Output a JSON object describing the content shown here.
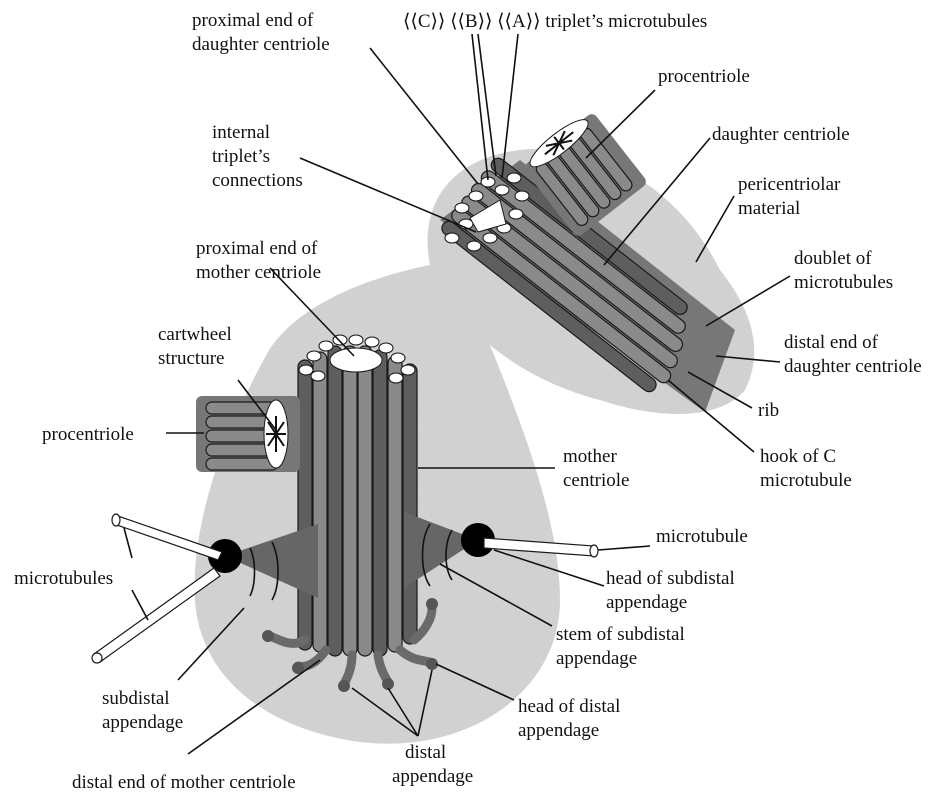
{
  "labels": {
    "proximal_daughter_l1": "proximal end of",
    "proximal_daughter_l2": "daughter centriole",
    "triplet": "⟨⟨C⟩⟩ ⟨⟨B⟩⟩ ⟨⟨A⟩⟩  triplet’s microtubules",
    "procentriole_top": "procentriole",
    "internal_l1": "internal",
    "internal_l2": "triplet’s",
    "internal_l3": "connections",
    "daughter_centriole": "daughter centriole",
    "pericentriolar_l1": "pericentriolar",
    "pericentriolar_l2": "material",
    "proximal_mother_l1": "proximal end of",
    "proximal_mother_l2": "mother centriole",
    "doublet_l1": "doublet of",
    "doublet_l2": "microtubules",
    "cartwheel_l1": "cartwheel",
    "cartwheel_l2": "structure",
    "distal_daughter_l1": "distal end of",
    "distal_daughter_l2": "daughter centriole",
    "procentriole_left": "procentriole",
    "rib": "rib",
    "mother_l1": "mother",
    "mother_l2": "centriole",
    "hook_l1": "hook of C",
    "hook_l2": "microtubule",
    "microtubule": "microtubule",
    "microtubules": "microtubules",
    "head_subdistal_l1": "head of subdistal",
    "head_subdistal_l2": "appendage",
    "stem_subdistal_l1": "stem of subdistal",
    "stem_subdistal_l2": "appendage",
    "subdistal_l1": "subdistal",
    "subdistal_l2": "appendage",
    "head_distal_l1": "head of distal",
    "head_distal_l2": "appendage",
    "distal_app_l1": "distal",
    "distal_app_l2": "appendage",
    "distal_mother": "distal end of mother centriole"
  }
}
